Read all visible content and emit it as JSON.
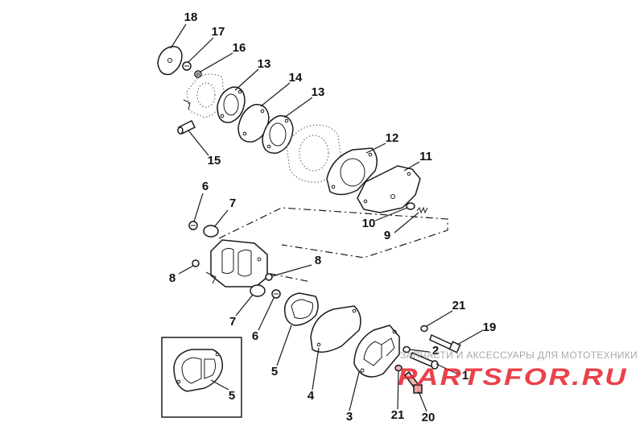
{
  "callouts": {
    "c18": "18",
    "c17": "17",
    "c16": "16",
    "c13a": "13",
    "c14": "14",
    "c13b": "13",
    "c15": "15",
    "c12": "12",
    "c11": "11",
    "c10": "10",
    "c9": "9",
    "c6a": "6",
    "c7a": "7",
    "c8a": "8",
    "c8b": "8",
    "c7b": "7",
    "c6b": "6",
    "c5a": "5",
    "c4": "4",
    "c3": "3",
    "c5b": "5",
    "c21a": "21",
    "c19": "19",
    "c2": "2",
    "c1": "1",
    "c21b": "21",
    "c20": "20"
  },
  "watermark": {
    "tagline": "ЗАПЧАСТИ И АКСЕССУАРЫ ДЛЯ МОТОТЕХНИКИ",
    "logo_left": "PARTS",
    "logo_right": "FOR.RU",
    "logo_left_color": "#e8202a",
    "logo_right_color": "#e8202a"
  }
}
